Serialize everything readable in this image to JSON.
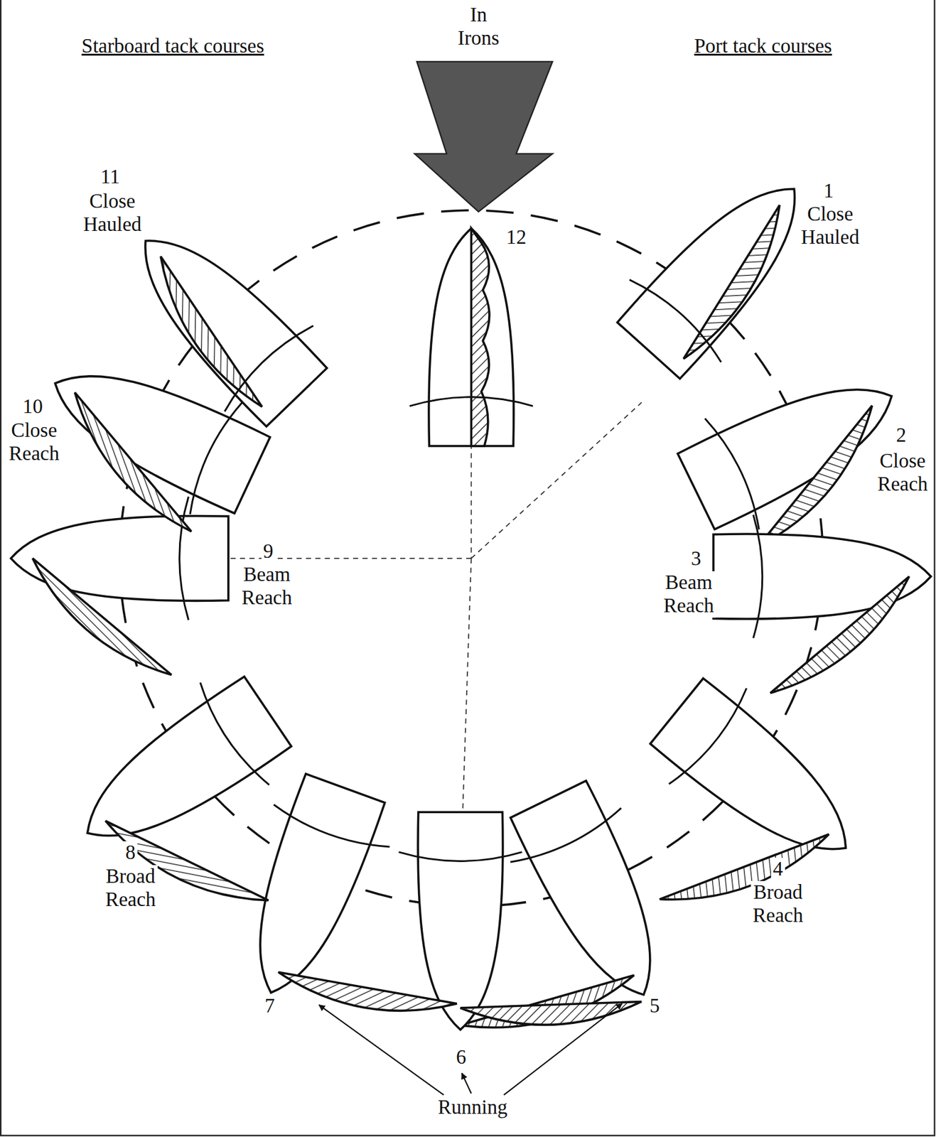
{
  "diagram": {
    "labels": [
      "In Irons",
      "Starboard tack courses",
      "Port tack courses",
      "11",
      "Close Hauled",
      "1",
      "Close Hauled",
      "12",
      "10",
      "Close Reach",
      "2",
      "Close Reach",
      "9",
      "Beam Reach",
      "3",
      "Beam Reach",
      "8",
      "Broad Reach",
      "4",
      "Broad Reach",
      "7",
      "6",
      "5",
      "Running"
    ]
  }
}
